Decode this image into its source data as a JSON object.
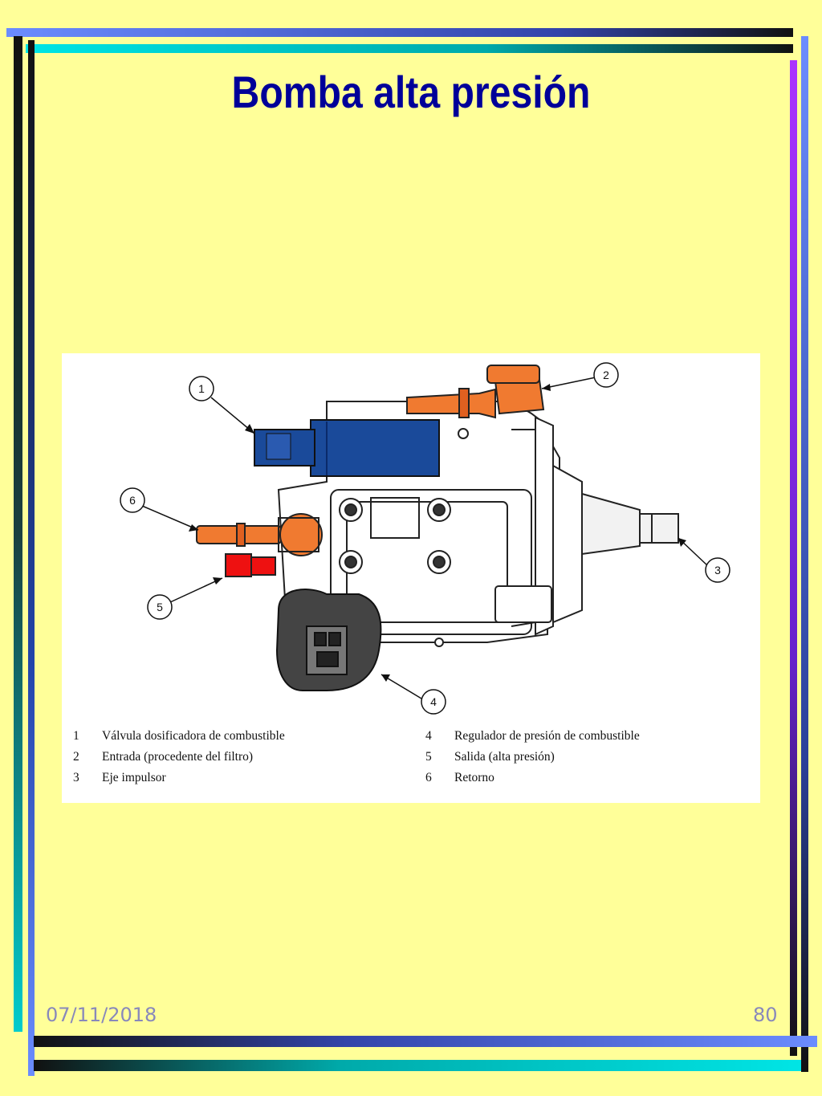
{
  "slide": {
    "title": "Bomba alta presión",
    "date": "07/11/2018",
    "page_number": "80"
  },
  "diagram": {
    "callouts": [
      "1",
      "2",
      "3",
      "4",
      "5",
      "6"
    ],
    "legend": [
      {
        "num": "1",
        "text": "Válvula dosificadora de combustible"
      },
      {
        "num": "2",
        "text": "Entrada (procedente del filtro)"
      },
      {
        "num": "3",
        "text": "Eje impulsor"
      },
      {
        "num": "4",
        "text": "Regulador de presión de combustible"
      },
      {
        "num": "5",
        "text": "Salida (alta presión)"
      },
      {
        "num": "6",
        "text": "Retorno"
      }
    ]
  },
  "colors": {
    "background": "#ffff99",
    "title": "#000099",
    "metering_valve": "#1a4a9a",
    "inlet": "#f07a30",
    "outlet": "#ee1111",
    "regulator": "#444444"
  }
}
